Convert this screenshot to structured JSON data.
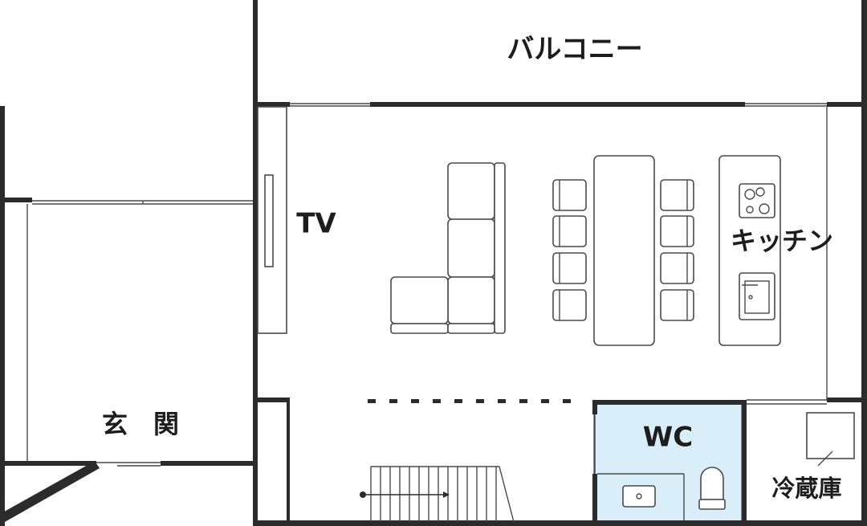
{
  "rooms": {
    "balcony": "バルコニー",
    "tv": "TV",
    "kitchen": "キッチン",
    "entrance": "玄　関",
    "wc": "WC",
    "fridge": "冷蔵庫"
  },
  "colors": {
    "wall": "#2b2b2b",
    "line": "#4a4a4a",
    "wc_fill": "#d9eef8",
    "wc_border": "#2e2e2e"
  },
  "icons": [
    "sofa-icon",
    "dining-table-icon",
    "chair-icon",
    "stove-icon",
    "sink-icon",
    "toilet-icon",
    "refrigerator-icon",
    "stairs-icon"
  ]
}
